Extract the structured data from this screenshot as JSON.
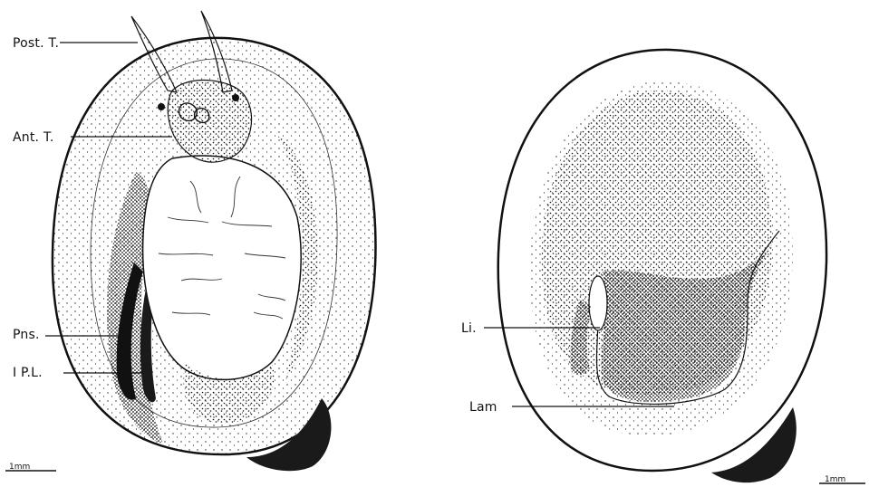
{
  "figure": {
    "left_panel": {
      "labels": {
        "post_t": "Post. T.",
        "ant_t": "Ant. T.",
        "pns": "Pns.",
        "ipl": "I P.L."
      },
      "scale": "1mm"
    },
    "right_panel": {
      "labels": {
        "li": "Li.",
        "lam": "Lam"
      },
      "scale": "1mm"
    }
  },
  "colors": {
    "ink": "#111111",
    "paper": "#ffffff"
  }
}
